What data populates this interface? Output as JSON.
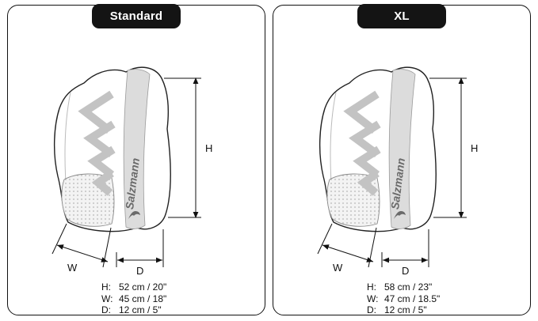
{
  "panels": [
    {
      "badge": "Standard",
      "brand": "Salzmann",
      "dim_labels": {
        "h": "H",
        "w": "W",
        "d": "D"
      },
      "measurements": [
        {
          "label": "H:",
          "value": "52 cm / 20\""
        },
        {
          "label": "W:",
          "value": "45 cm / 18\""
        },
        {
          "label": "D:",
          "value": "12 cm / 5\""
        }
      ]
    },
    {
      "badge": "XL",
      "brand": "Salzmann",
      "dim_labels": {
        "h": "H",
        "w": "W",
        "d": "D"
      },
      "measurements": [
        {
          "label": "H:",
          "value": "58 cm / 23\""
        },
        {
          "label": "W:",
          "value": "47 cm / 18.5\""
        },
        {
          "label": "D:",
          "value": "12 cm / 5\""
        }
      ]
    }
  ],
  "colors": {
    "badge_bg": "#141414",
    "outline": "#222222",
    "stripe": "#dcdcdc",
    "chevron": "#c3c3c3"
  }
}
